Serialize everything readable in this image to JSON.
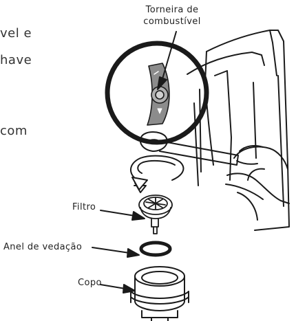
{
  "text_fragments": [
    "vel e",
    "have",
    "com"
  ],
  "callouts": {
    "valve": {
      "line1": "Torneira de",
      "line2": "combustível"
    },
    "filter": "Filtro",
    "seal": "Anel de vedação",
    "cup": "Copo"
  }
}
